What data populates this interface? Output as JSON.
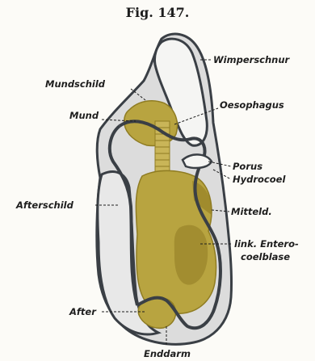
{
  "figure": {
    "title": "Fig. 147."
  },
  "labels": {
    "wimperschnur": "Wimperschnur",
    "mundschild": "Mundschild",
    "mund": "Mund",
    "oesophagus": "Oesophagus",
    "porus": "Porus",
    "hydrocoel": "Hydrocoel",
    "mitteld": "Mitteld.",
    "afterschild": "Afterschild",
    "link_entero": "link. Entero-",
    "coelblase": "coelblase",
    "after": "After",
    "enddarm": "Enddarm"
  },
  "colors": {
    "body_fill": "#dcdcdc",
    "outline": "#3a3f45",
    "gut": "#b8a440",
    "gut_dark": "#8f7c22",
    "background": "#fcfbf7"
  }
}
